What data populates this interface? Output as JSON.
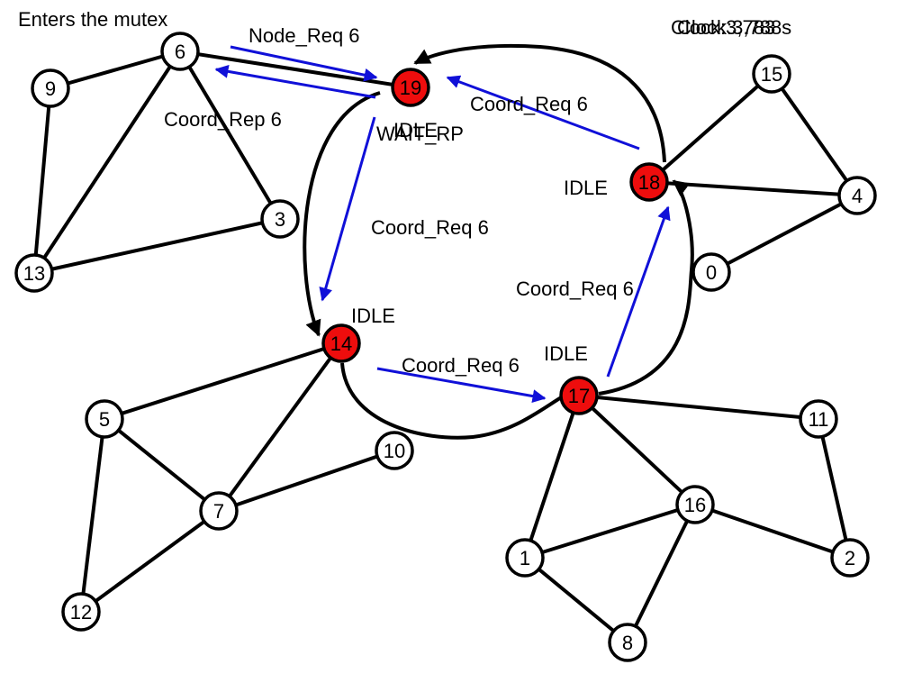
{
  "header": {
    "status": "Enters the mutex",
    "clock_a": "Clock:3,783",
    "clock_b": "Clock:3,788s"
  },
  "colors": {
    "coordinator_fill": "#ee0d0d",
    "node_fill": "#ffffff",
    "message_arrow": "#1010d8",
    "edge": "#000000"
  },
  "nodes": [
    {
      "id": "6",
      "label": "6",
      "role": "normal"
    },
    {
      "id": "9",
      "label": "9",
      "role": "normal"
    },
    {
      "id": "13",
      "label": "13",
      "role": "normal"
    },
    {
      "id": "3",
      "label": "3",
      "role": "normal"
    },
    {
      "id": "19",
      "label": "19",
      "role": "coordinator"
    },
    {
      "id": "15",
      "label": "15",
      "role": "normal"
    },
    {
      "id": "18",
      "label": "18",
      "role": "coordinator"
    },
    {
      "id": "4",
      "label": "4",
      "role": "normal"
    },
    {
      "id": "0",
      "label": "0",
      "role": "normal"
    },
    {
      "id": "14",
      "label": "14",
      "role": "coordinator"
    },
    {
      "id": "17",
      "label": "17",
      "role": "coordinator"
    },
    {
      "id": "5",
      "label": "5",
      "role": "normal"
    },
    {
      "id": "10",
      "label": "10",
      "role": "normal"
    },
    {
      "id": "7",
      "label": "7",
      "role": "normal"
    },
    {
      "id": "11",
      "label": "11",
      "role": "normal"
    },
    {
      "id": "16",
      "label": "16",
      "role": "normal"
    },
    {
      "id": "1",
      "label": "1",
      "role": "normal"
    },
    {
      "id": "2",
      "label": "2",
      "role": "normal"
    },
    {
      "id": "12",
      "label": "12",
      "role": "normal"
    },
    {
      "id": "8",
      "label": "8",
      "role": "normal"
    }
  ],
  "edges": [
    [
      "6",
      "9"
    ],
    [
      "6",
      "13"
    ],
    [
      "6",
      "3"
    ],
    [
      "6",
      "19"
    ],
    [
      "9",
      "13"
    ],
    [
      "13",
      "3"
    ],
    [
      "18",
      "15"
    ],
    [
      "18",
      "4"
    ],
    [
      "15",
      "4"
    ],
    [
      "4",
      "0"
    ],
    [
      "14",
      "5"
    ],
    [
      "14",
      "7"
    ],
    [
      "5",
      "7"
    ],
    [
      "5",
      "12"
    ],
    [
      "7",
      "12"
    ],
    [
      "7",
      "10"
    ],
    [
      "17",
      "11"
    ],
    [
      "17",
      "16"
    ],
    [
      "17",
      "1"
    ],
    [
      "11",
      "2"
    ],
    [
      "16",
      "2"
    ],
    [
      "16",
      "1"
    ],
    [
      "16",
      "8"
    ],
    [
      "1",
      "8"
    ]
  ],
  "ring": [
    "19",
    "14",
    "17",
    "18"
  ],
  "node_states": {
    "19": [
      "IDLE",
      "WAIT_RP"
    ],
    "18": [
      "IDLE"
    ],
    "14": [
      "IDLE"
    ],
    "17": [
      "IDLE"
    ]
  },
  "messages": [
    {
      "id": "m1",
      "label": "Node_Req 6",
      "from": "6",
      "to": "19"
    },
    {
      "id": "m2",
      "label": "Coord_Rep 6",
      "from": "19",
      "to": "6"
    },
    {
      "id": "m3",
      "label": "Coord_Req 6",
      "from": "18",
      "to": "19"
    },
    {
      "id": "m4",
      "label": "Coord_Req 6",
      "from": "19",
      "to": "14"
    },
    {
      "id": "m5",
      "label": "Coord_Req 6",
      "from": "17",
      "to": "18"
    },
    {
      "id": "m6",
      "label": "Coord_Req 6",
      "from": "14",
      "to": "17"
    }
  ]
}
